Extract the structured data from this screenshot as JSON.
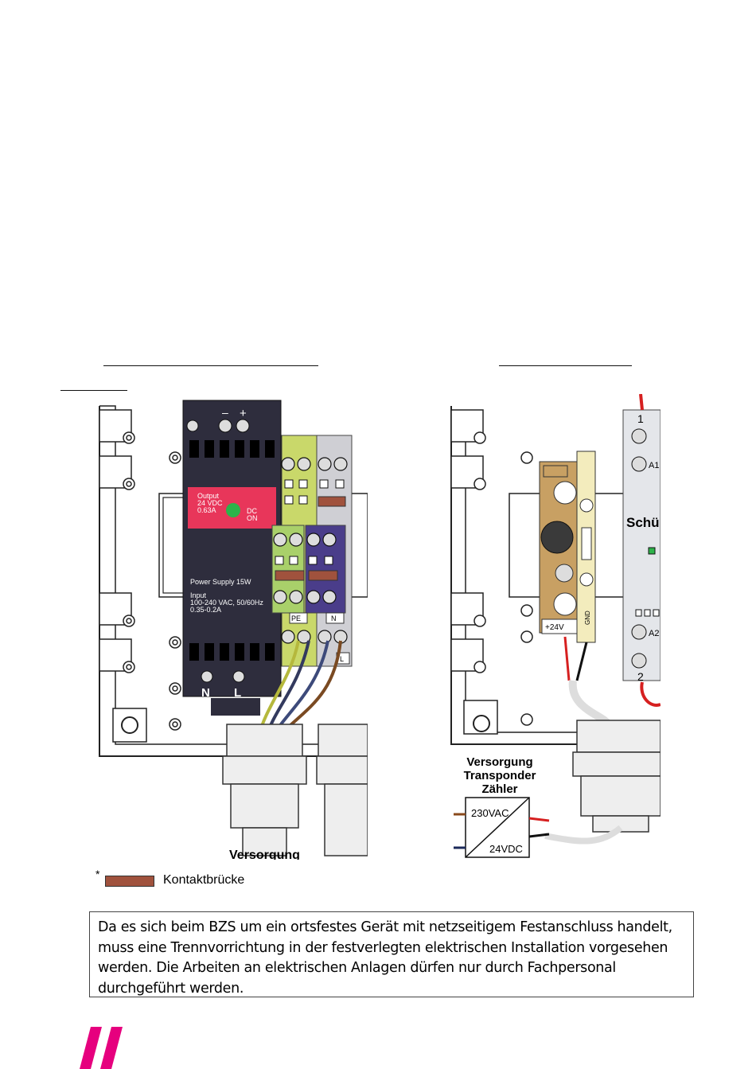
{
  "left_figure": {
    "psu_output": [
      "Output",
      "24 VDC",
      "0.63A"
    ],
    "psu_led_text": [
      "DC",
      "ON"
    ],
    "psu_title": "Power Supply 15W",
    "psu_input": [
      "Input",
      "100-240 VAC, 50/60Hz",
      "0.35-0.2A"
    ],
    "psu_minus": "–",
    "psu_plus": "+",
    "psu_terminal_n": "N",
    "psu_terminal_l": "L",
    "terminal_pe": "PE",
    "terminal_n": "N",
    "terminal_l": "L",
    "caption": "Versorgung"
  },
  "right_figure": {
    "terminal_1": "1",
    "terminal_a1": "A1",
    "contactor_label": "Schü",
    "terminal_a2": "A2",
    "terminal_2": "2",
    "label_24v": "+24V",
    "label_gnd": "GND",
    "caption_lines": [
      "Versorgung",
      "Transponder",
      "Zähler"
    ],
    "converter_in": "230VAC",
    "converter_out": "24VDC"
  },
  "legend": {
    "marker": "*",
    "label": "Kontaktbrücke",
    "swatch_color": "#a0523d"
  },
  "notice": {
    "text": "Da es sich beim BZS um ein ortsfestes Gerät mit netzseitigem Festanschluss handelt, muss eine Trennvorrichtung in der festverlegten elektrischen Installation vorgesehen werden. Die Arbeiten an elektrischen Anlagen dürfen nur durch Fachpersonal durchgeführt werden."
  },
  "colors": {
    "brand_magenta": "#e6007e",
    "psu_body": "#2e2d3d",
    "psu_label": "#e8365a",
    "contact_bridge": "#a0523d"
  }
}
